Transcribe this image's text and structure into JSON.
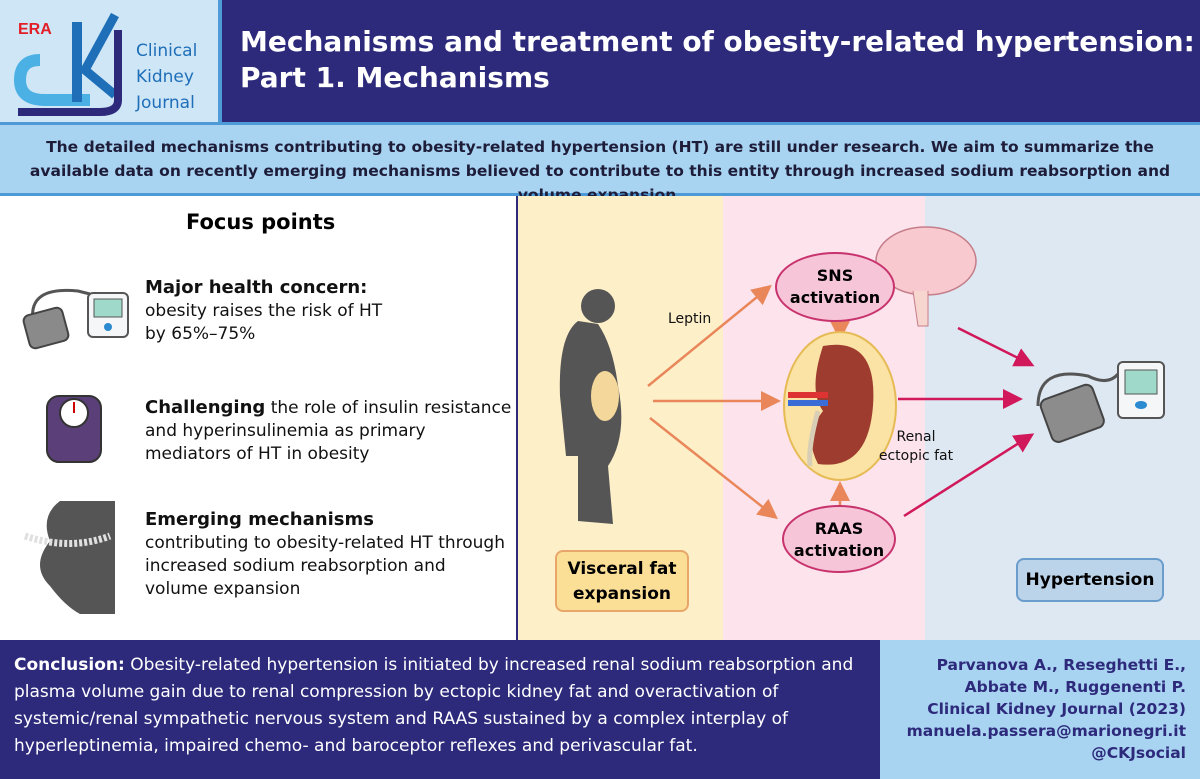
{
  "logo": {
    "era": "ERA",
    "journal_lines": [
      "Clinical",
      "Kidney",
      "Journal"
    ]
  },
  "header": {
    "title_line1": "Mechanisms and treatment of obesity-related hypertension:",
    "title_line2": "Part 1. Mechanisms"
  },
  "intro": "The detailed mechanisms contributing to obesity-related hypertension (HT) are still under research. We aim to summarize the available data on recently emerging mechanisms believed to contribute to this entity through increased sodium reabsorption and volume expansion.",
  "focus": {
    "title": "Focus points",
    "items": [
      {
        "icon": "blood-pressure-monitor-icon",
        "bold": "Major health concern:",
        "text": "obesity raises the risk of HT by 65%–75%"
      },
      {
        "icon": "weighing-scale-icon",
        "bold": "Challenging",
        "text": "the role of insulin resistance and hyperinsulinemia as primary mediators of HT in obesity"
      },
      {
        "icon": "waist-measuring-tape-icon",
        "bold": "Emerging mechanisms",
        "text": "contributing to obesity-related HT through increased sodium reabsorption and volume expansion"
      }
    ]
  },
  "diagram": {
    "visceral": "Visceral fat expansion",
    "leptin": "Leptin",
    "sns": "SNS activation",
    "raas": "RAAS activation",
    "renal_fat": "Renal ectopic fat",
    "hypertension": "Hypertension",
    "colors": {
      "yellow": "#fdefc8",
      "pink": "#fce3ec",
      "blue": "#dde8f2",
      "orange_arrow": "#e9875a",
      "red_arrow": "#d1185a"
    }
  },
  "conclusion": {
    "label": "Conclusion:",
    "text": " Obesity-related hypertension is initiated by increased renal sodium reabsorption and plasma volume gain due to renal compression by ectopic kidney fat and overactivation of systemic/renal sympathetic nervous system and RAAS sustained by a complex interplay of hyperleptinemia, impaired chemo- and baroceptor reflexes and perivascular fat."
  },
  "citation": [
    "Parvanova A., Reseghetti E.,",
    "Abbate M., Ruggenenti P.",
    "Clinical Kidney Journal (2023)",
    "manuela.passera@marionegri.it",
    "@CKJsocial"
  ]
}
